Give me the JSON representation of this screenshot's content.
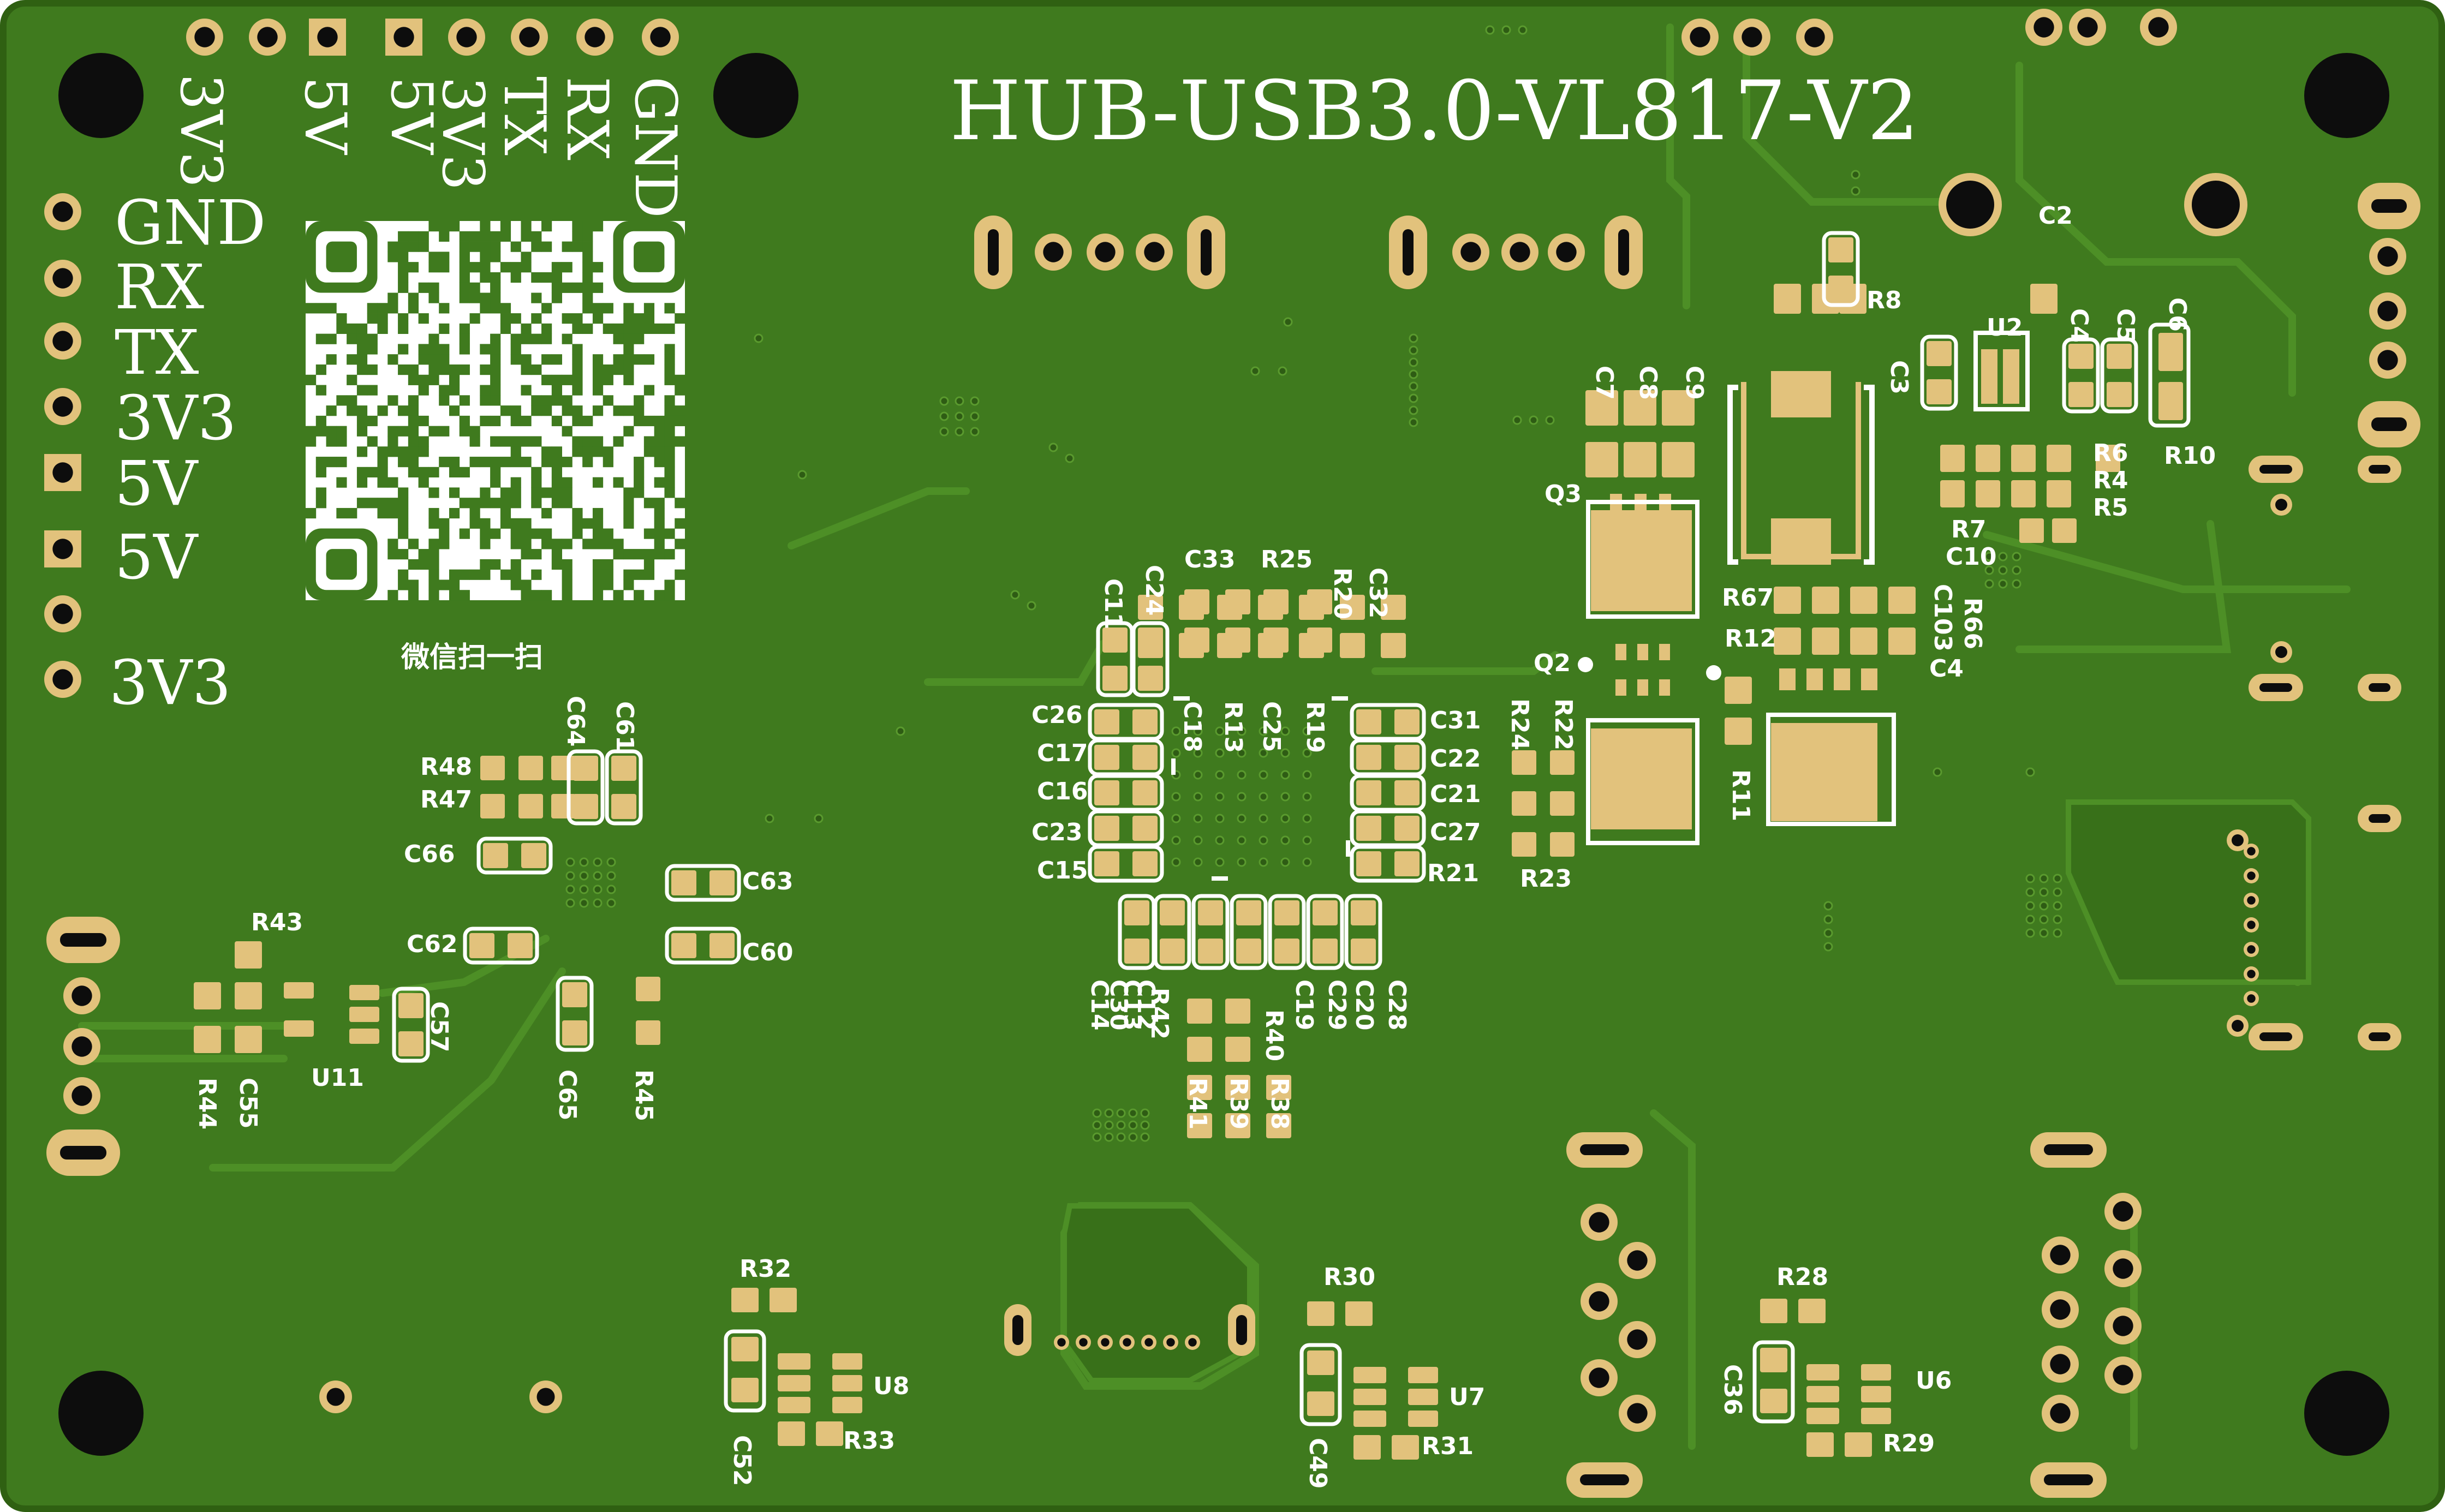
{
  "board": {
    "title": "HUB-USB3.0-VL817-V2",
    "colors": {
      "board": "#3f7a1e",
      "board_edge": "#2f6012",
      "copper": "#e2c27c",
      "copper_dark": "#c9a864",
      "trace": "#4a8b24",
      "hole": "#0d0d0d",
      "silk": "#ffffff"
    }
  },
  "top_header": {
    "labels": [
      "3V3",
      "5V",
      "5V",
      "3V3",
      "TX",
      "RX",
      "GND"
    ]
  },
  "left_header": {
    "labels": [
      "GND",
      "RX",
      "TX",
      "3V3",
      "5V",
      "5V",
      "",
      "3V3"
    ]
  },
  "qr": {
    "caption": "微信扫一扫"
  },
  "components": {
    "power_block": [
      "C2",
      "R8",
      "U2",
      "C3",
      "C4",
      "C5",
      "C6",
      "C7",
      "C8",
      "C9",
      "Q3",
      "R10",
      "R6",
      "R4",
      "R5",
      "R7",
      "C10",
      "Q2",
      "R67",
      "R12",
      "C103",
      "R66",
      "C4",
      "R24",
      "R22",
      "R11",
      "R23"
    ],
    "hub_ic": [
      "C11",
      "C24",
      "C33",
      "R25",
      "R20",
      "C32",
      "C18",
      "R13",
      "C25",
      "R19",
      "C26",
      "C17",
      "C16",
      "C23",
      "C15",
      "C31",
      "C22",
      "C21",
      "C27",
      "R21",
      "C14",
      "C13",
      "C30",
      "R42",
      "C12",
      "C19",
      "C29",
      "C20",
      "C28",
      "R40",
      "R41",
      "R39",
      "R38"
    ],
    "left_block": [
      "C64",
      "C61",
      "R48",
      "R47",
      "C66",
      "C63",
      "C62",
      "C60",
      "R43",
      "C57",
      "C65",
      "R45",
      "R44",
      "C55",
      "U11"
    ],
    "bottom_blocks": [
      "R32",
      "U8",
      "R33",
      "C52",
      "R30",
      "U7",
      "R31",
      "C49",
      "R28",
      "C36",
      "U6",
      "R29"
    ]
  }
}
